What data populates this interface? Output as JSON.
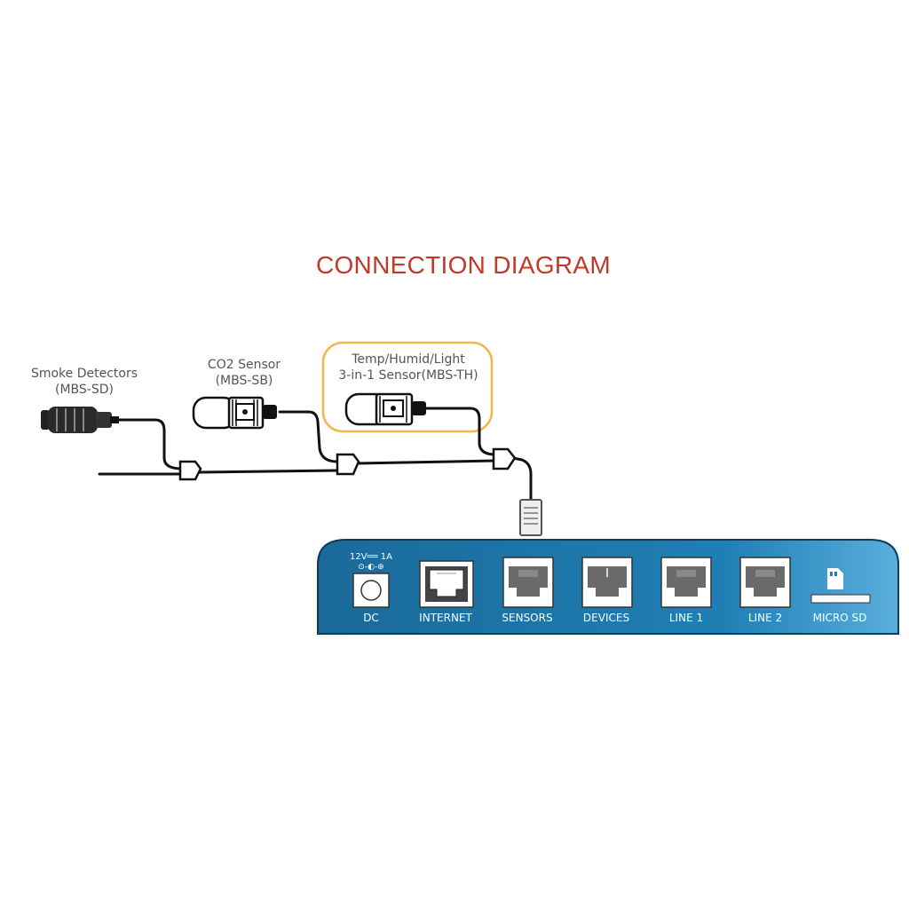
{
  "title": "CONNECTION DIAGRAM",
  "sensors": [
    {
      "name": "Smoke Detectors",
      "model": "(MBS-SD)",
      "icon": "smoke-detector-icon"
    },
    {
      "name": "CO2 Sensor",
      "model": "(MBS-SB)",
      "icon": "co2-sensor-icon"
    },
    {
      "name": "Temp/Humid/Light",
      "model": "3-in-1 Sensor(MBS-TH)",
      "icon": "temp-humid-light-sensor-icon",
      "highlighted": true,
      "highlight_color": "#f0b64a"
    }
  ],
  "hub": {
    "color": "#1a6fa0",
    "power_rating": "12V══ 1A",
    "ports": [
      {
        "label": "DC",
        "icon": "dc-power-jack-icon"
      },
      {
        "label": "INTERNET",
        "icon": "ethernet-port-icon"
      },
      {
        "label": "SENSORS",
        "icon": "rj-port-icon"
      },
      {
        "label": "DEVICES",
        "icon": "rj-port-icon"
      },
      {
        "label": "LINE 1",
        "icon": "rj-port-icon"
      },
      {
        "label": "LINE 2",
        "icon": "rj-port-icon"
      },
      {
        "label": "MICRO SD",
        "icon": "micro-sd-icon"
      }
    ]
  }
}
